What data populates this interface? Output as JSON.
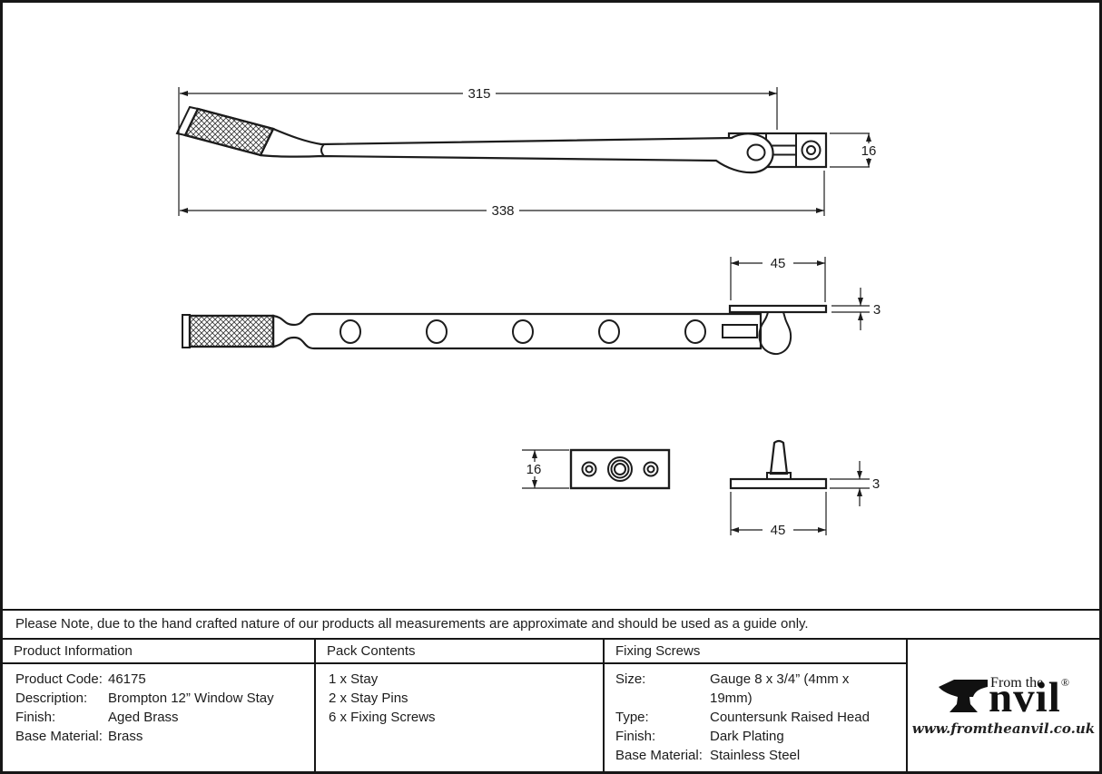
{
  "note": "Please Note, due to the hand crafted nature of our products all measurements are approximate and should be used as a guide only.",
  "tables": {
    "product_information": {
      "header": "Product Information",
      "rows": [
        {
          "label": "Product Code:",
          "value": "46175"
        },
        {
          "label": "Description:",
          "value": "Brompton 12” Window Stay"
        },
        {
          "label": "Finish:",
          "value": "Aged Brass"
        },
        {
          "label": "Base Material:",
          "value": "Brass"
        }
      ]
    },
    "pack_contents": {
      "header": "Pack Contents",
      "items": [
        "1 x Stay",
        "2 x Stay Pins",
        "6 x Fixing Screws"
      ]
    },
    "fixing_screws": {
      "header": "Fixing Screws",
      "rows": [
        {
          "label": "Size:",
          "value": "Gauge 8 x 3/4” (4mm x 19mm)"
        },
        {
          "label": "Type:",
          "value": "Countersunk Raised Head"
        },
        {
          "label": "Finish:",
          "value": "Dark Plating"
        },
        {
          "label": "Base Material:",
          "value": "Stainless Steel"
        }
      ]
    }
  },
  "drawings": {
    "stay_side_view": {
      "open_length": "315",
      "total_length": "338",
      "end_height": "16"
    },
    "stay_plan_view": {
      "plate_length": "45",
      "plate_thickness": "3"
    },
    "keep_plate_view": {
      "plate_height": "16"
    },
    "stay_pin_view": {
      "base_length": "45",
      "base_thickness": "3"
    }
  },
  "logo": {
    "tagline": "From the",
    "name_rest": "nvil",
    "registered_mark": "®",
    "website": "www.fromtheanvil.co.uk"
  }
}
